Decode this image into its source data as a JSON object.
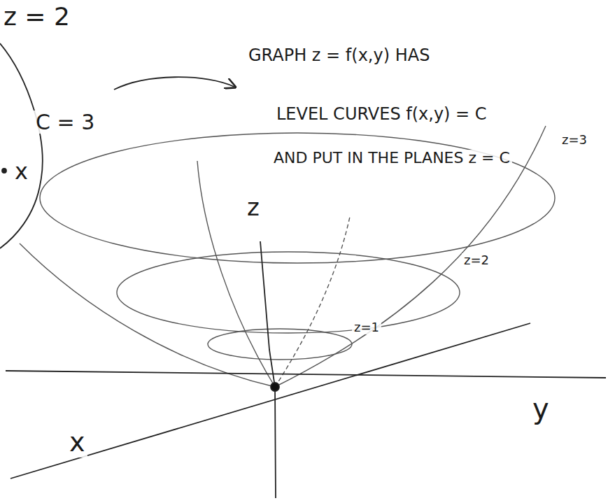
{
  "diagram": {
    "labels": [
      "z = 2",
      "C = 3",
      "x",
      "GRAPH z = f(x,y) HAS",
      "LEVEL CURVES f(x,y) = C",
      "AND PUT IN THE PLANES z = C",
      "z=3",
      "z=2",
      "z=1",
      "z",
      "y",
      "x"
    ]
  }
}
